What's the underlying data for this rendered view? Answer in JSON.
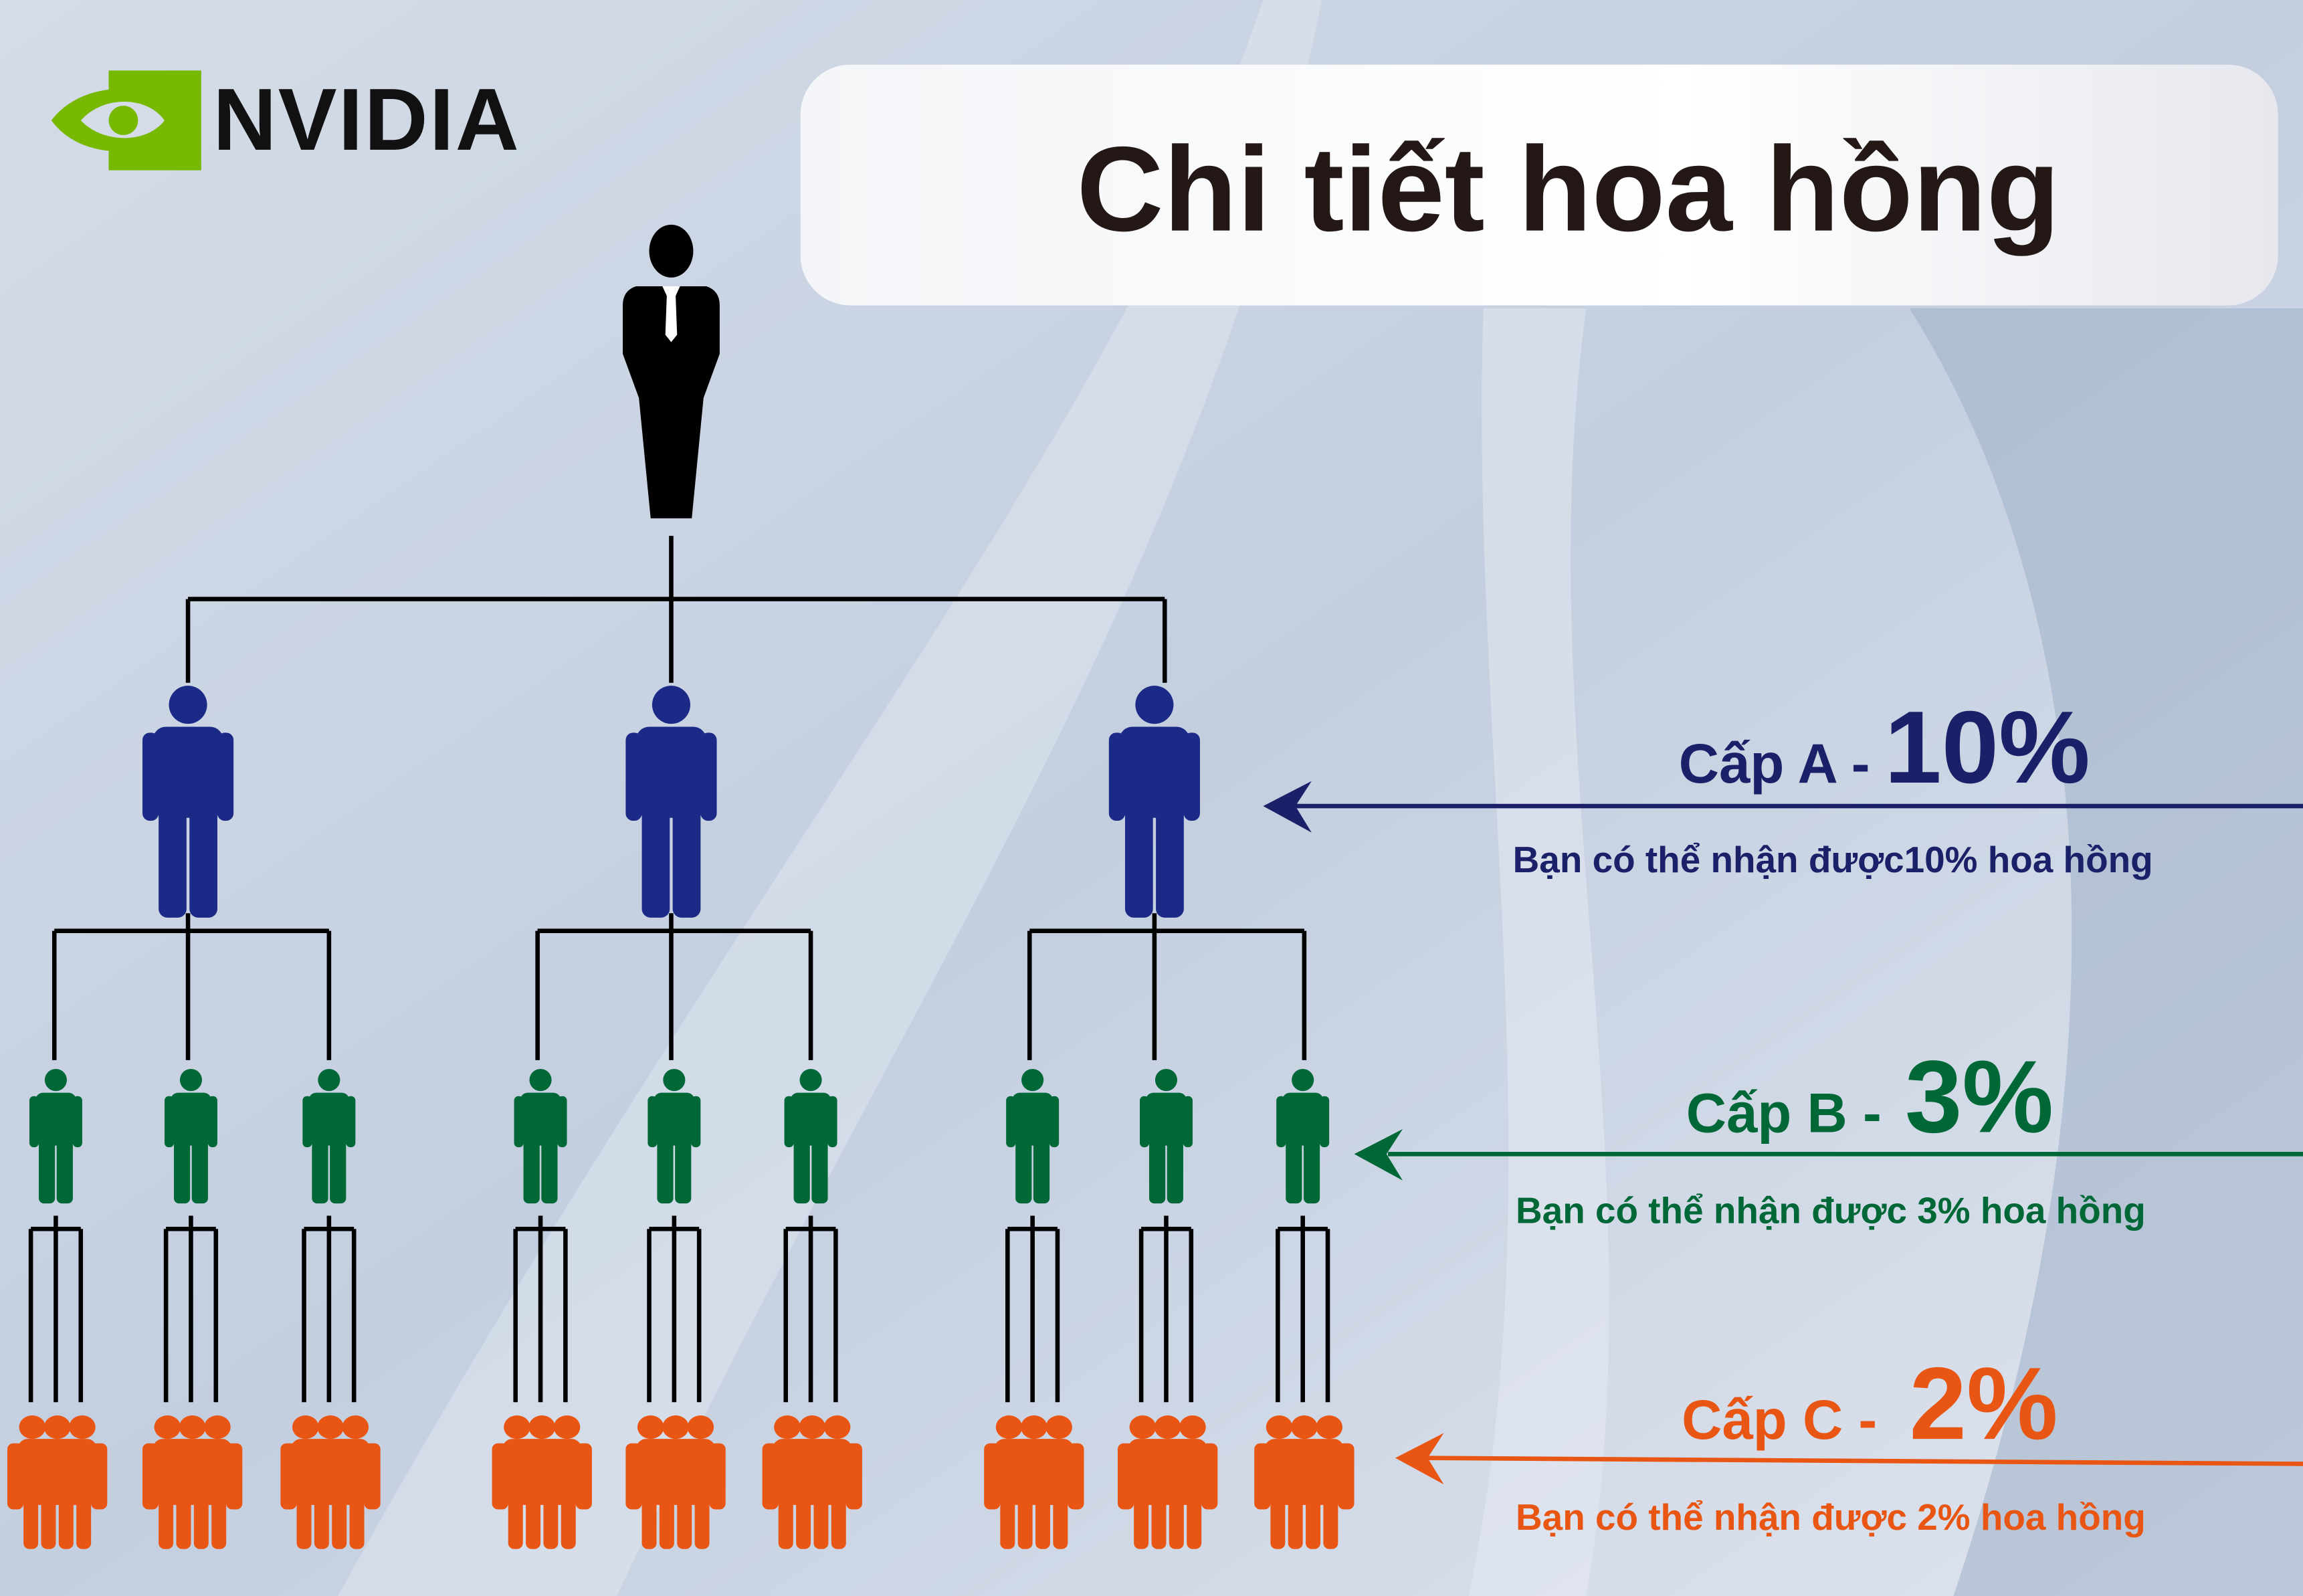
{
  "logo": {
    "text": "NVIDIA",
    "color": "#76b900"
  },
  "title": "Chi tiết hoa hồng",
  "levels": [
    {
      "label": "Cấp A -",
      "percent": "10%",
      "description": "Bạn có thể nhận được10% hoa hồng",
      "color": "#1b2168"
    },
    {
      "label": "Cấp B -",
      "percent": "3%",
      "description": "Bạn có thể nhận được 3% hoa hồng",
      "color": "#006837"
    },
    {
      "label": "Cấp C -",
      "percent": "2%",
      "description": "Bạn có thể nhận được 2% hoa hồng",
      "color": "#e95513"
    }
  ],
  "figure_colors": {
    "top": "#000000",
    "level_a": "#1b2a86",
    "level_b": "#006837",
    "level_c": "#e95513"
  }
}
